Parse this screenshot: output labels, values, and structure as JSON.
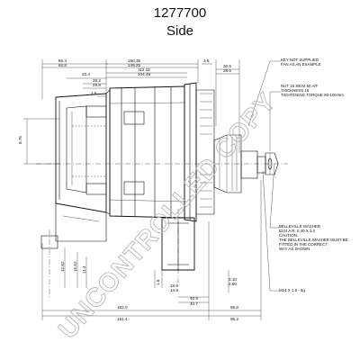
{
  "header": {
    "part_number": "1277700",
    "view": "Side"
  },
  "watermark": "UNCONTROLLED COPY",
  "dimensions": {
    "top_left": [
      "86.4",
      "84.8",
      "23.4",
      "28.2",
      "29.8",
      "1.6"
    ],
    "top_mid": [
      "150.35",
      "149.25",
      "112.15",
      "104.45"
    ],
    "top_right": [
      "3.5",
      "30.5",
      "28.5"
    ],
    "left_vertical": "8.75",
    "bottom_left": [
      "12.62",
      "15.52",
      "11.4"
    ],
    "bottom_mid": [
      "18.6",
      "14.8",
      "1.5"
    ],
    "bottom_right_vertical": [
      "3.10",
      "2.80"
    ],
    "bottom_right_horizontal": [
      "40.9",
      "40.7",
      "96.8",
      "95.2"
    ],
    "bottom_rows": [
      "182.0",
      "181.4"
    ]
  },
  "notes": {
    "pulley_note": [
      "KEY NOT SUPPLIED",
      "FAN AS AN EXAMPLE"
    ],
    "nut_note": [
      "NUT 16 30/34 50 A/F",
      "THICKNESS 16",
      "TIGHTENING TORQUE 80-100 Nm"
    ],
    "washer_note": [
      "BELLEVILLE WASHER",
      "ID24 A.R. 0.40 X 3.2",
      "CAUTION:",
      "THE BELLEVILLE WASHER MUST BE",
      "FITTED IN THE CORRECT",
      "WAY AS SHOWN"
    ],
    "thread_note": "M24 X 1.5 - 6g"
  }
}
